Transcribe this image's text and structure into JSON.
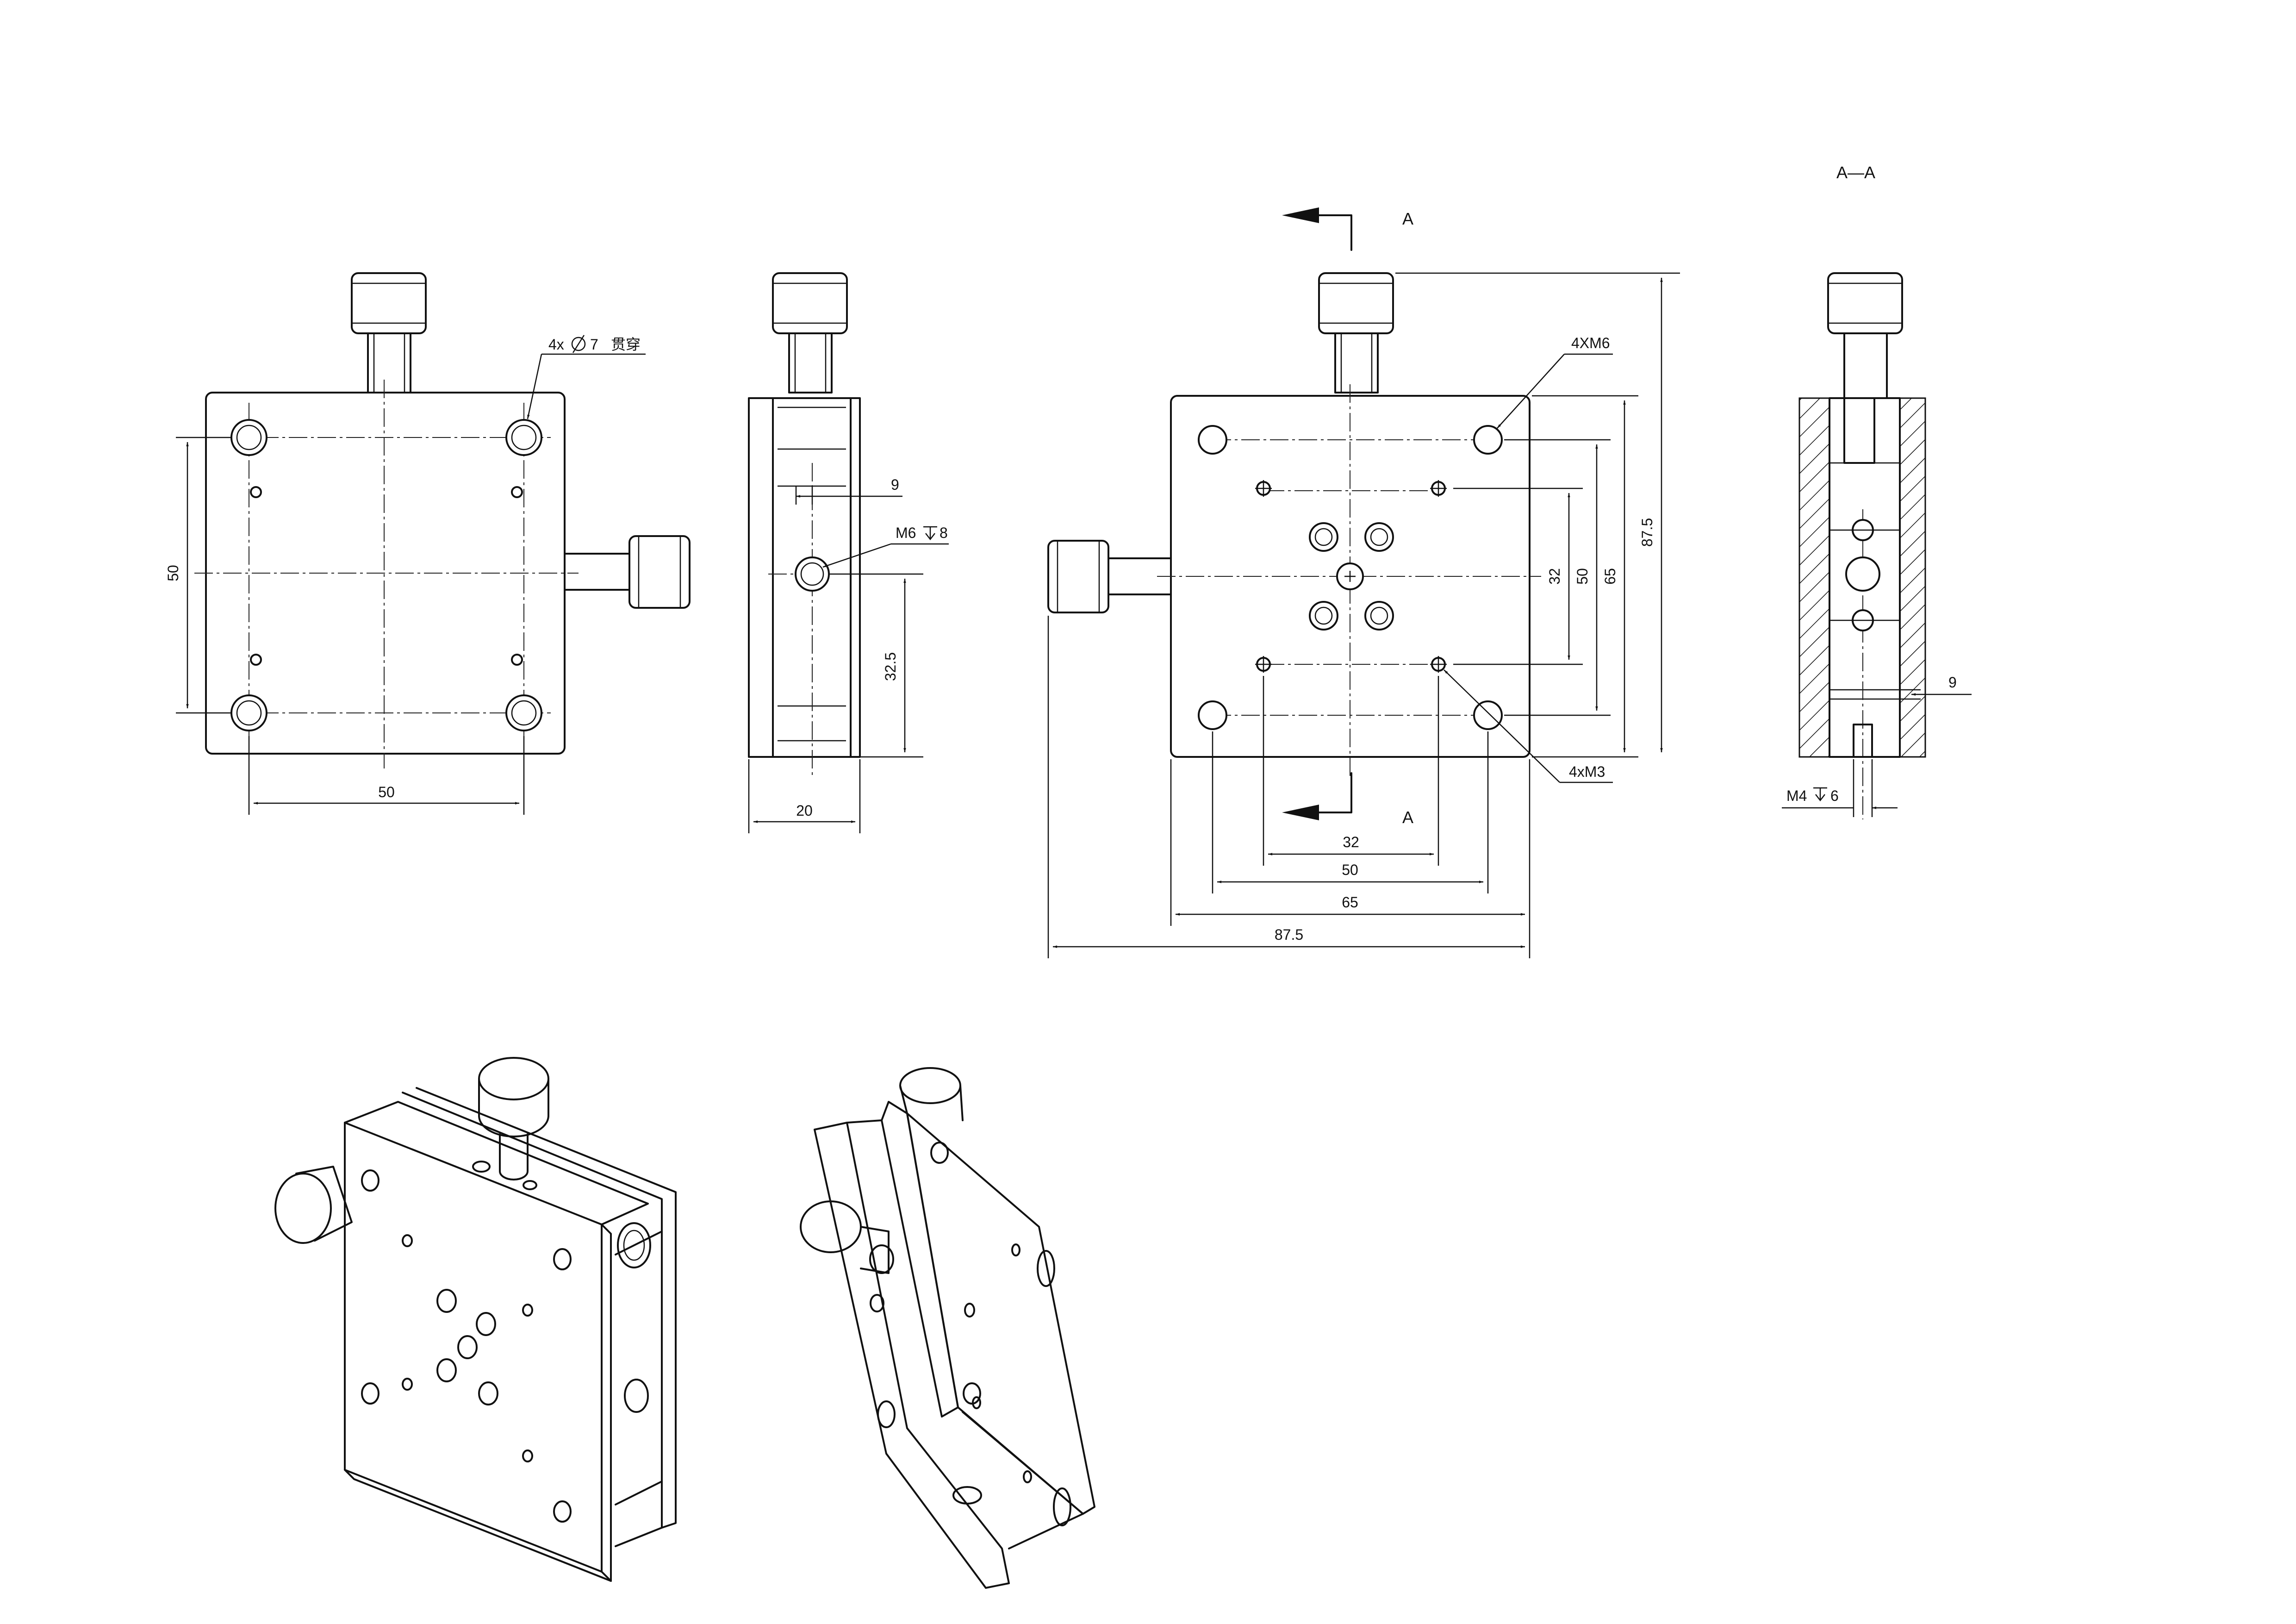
{
  "dimensions": {
    "front": {
      "width": "50",
      "height": "50",
      "hole_callout": "4x",
      "hole_callout_diameter": "7",
      "hole_callout_note": "贯穿"
    },
    "side": {
      "width": "20",
      "offset": "9",
      "thread": "M6",
      "thread_depth": "8",
      "height": "32.5"
    },
    "top": {
      "bolt_inner": "32",
      "bolt_mid": "50",
      "bolt_outer": "65",
      "overall": "87.5",
      "thread_m6": "4XM6",
      "thread_m3": "4xM3"
    },
    "section": {
      "offset": "9",
      "thread": "M4",
      "thread_depth": "6"
    }
  },
  "labels": {
    "section_marker_top": "A",
    "section_marker_bottom": "A",
    "section_title": "A—A"
  },
  "symbols": {
    "diameter": "diameter-symbol",
    "depth": "depth-symbol",
    "section_arrow": "arrow-left-icon"
  }
}
